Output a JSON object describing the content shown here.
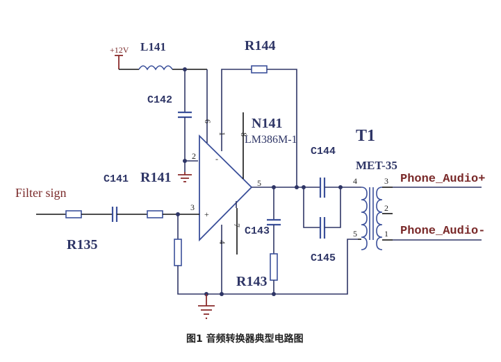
{
  "power": {
    "label": "+12V"
  },
  "input": {
    "label": "Filter sign"
  },
  "components": {
    "L141": "L141",
    "C142": "C142",
    "R144": "R144",
    "N141": "N141",
    "N141_part": "LM386M-1",
    "C141": "C141",
    "R141": "R141",
    "R135": "R135",
    "C143": "C143",
    "R143": "R143",
    "C144": "C144",
    "C145": "C145",
    "T1": "T1",
    "T1_part": "MET-35"
  },
  "pins": {
    "p1": "1",
    "p2": "2",
    "p3": "3",
    "p4": "4",
    "p5": "5",
    "p6": "6",
    "p7": "7",
    "p8": "8",
    "minus": "-",
    "plus": "+",
    "t4": "4",
    "t5": "5",
    "t3": "3",
    "t2": "2",
    "t1": "1"
  },
  "outputs": {
    "plus": "Phone_Audio+",
    "minus": "Phone_Audio-"
  },
  "caption": "图1  音频转换器典型电路图"
}
